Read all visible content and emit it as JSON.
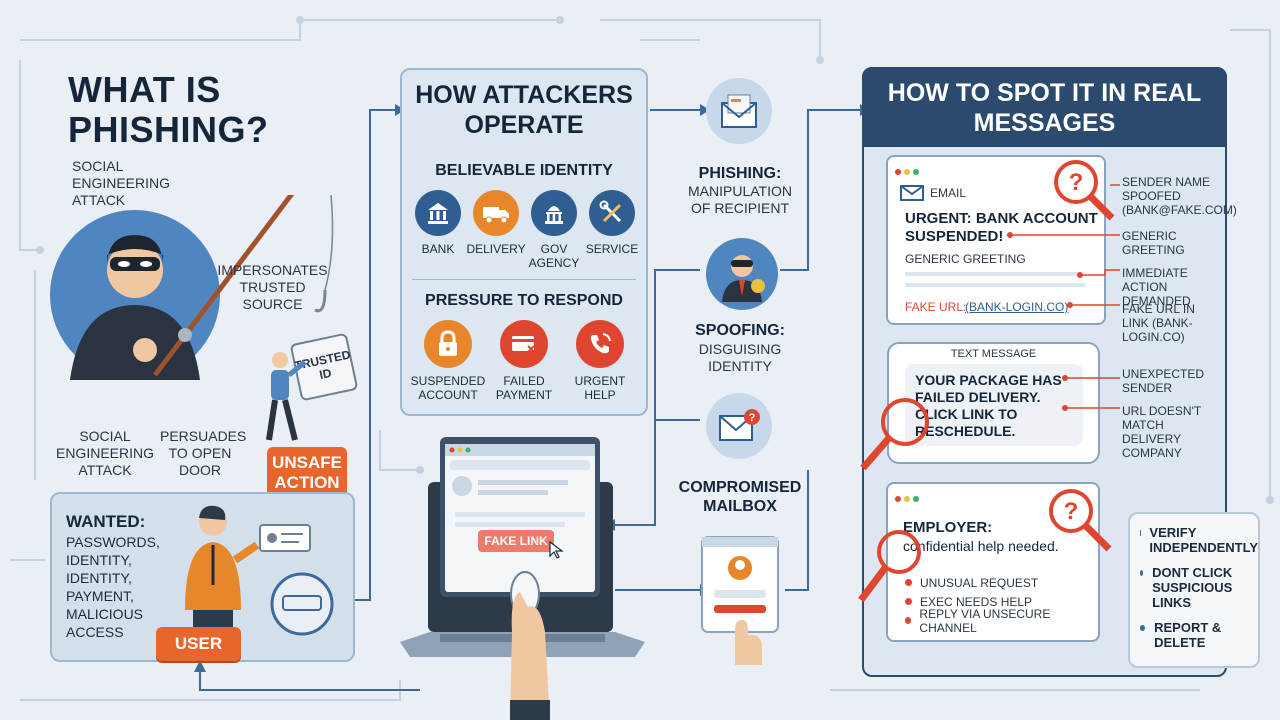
{
  "title": "WHAT IS PHISHING?",
  "left": {
    "social_top": "SOCIAL ENGINEERING ATTACK",
    "impersonates": "IMPERSONATES TRUSTED SOURCE",
    "trusted_id": "TRUSTED ID",
    "social_bottom": "SOCIAL ENGINEERING ATTACK",
    "persuades": "PERSUADES TO OPEN DOOR",
    "unsafe_action": "UNSAFE ACTION",
    "wanted_title": "WANTED:",
    "wanted_items": "PASSWORDS, IDENTITY, IDENTITY, PAYMENT, MALICIOUS ACCESS",
    "user_badge": "USER"
  },
  "attackers": {
    "title": "HOW ATTACKERS OPERATE",
    "identity_title": "BELIEVABLE IDENTITY",
    "identity_icons": [
      "BANK",
      "DELIVERY",
      "GOV AGENCY",
      "SERVICE"
    ],
    "pressure_title": "PRESSURE TO RESPOND",
    "pressure_icons": [
      "SUSPENDED ACCOUNT",
      "FAILED PAYMENT",
      "URGENT HELP"
    ]
  },
  "laptop": {
    "fake_link": "FAKE LINK"
  },
  "middle": {
    "phishing": "PHISHING:",
    "phishing_desc": "MANIPULATION OF RECIPIENT",
    "spoofing": "SPOOFING:",
    "spoofing_desc": "DISGUISING IDENTITY",
    "compromised": "COMPROMISED MAILBOX"
  },
  "spot": {
    "title": "HOW TO SPOT IT IN REAL MESSAGES",
    "email_label": "EMAIL",
    "email_subject": "URGENT: BANK ACCOUNT SUSPENDED!",
    "email_greeting": "GENERIC GREETING",
    "email_fake_url_label": "FAKE URL:",
    "email_fake_url": "(BANK-LOGIN.CO)",
    "email_annotations": [
      "SENDER NAME SPOOFED (BANK@FAKE.COM)",
      "GENERIC GREETING",
      "IMMEDIATE ACTION DEMANDED",
      "FAKE URL IN LINK (BANK-LOGIN.CO)"
    ],
    "sms_label": "TEXT MESSAGE",
    "sms_text": "YOUR PACKAGE HAS FAILED DELIVERY. CLICK LINK TO RESCHEDULE.",
    "sms_annotations": [
      "UNEXPECTED SENDER",
      "URL DOESN'T MATCH DELIVERY COMPANY"
    ],
    "employer_title": "EMPLOYER:",
    "employer_text": "confidential help needed.",
    "employer_items": [
      "UNUSUAL REQUEST",
      "EXEC NEEDS HELP",
      "REPLY VIA UNSECURE CHANNEL"
    ],
    "tips": [
      "VERIFY INDEPENDENTLY",
      "DONT CLICK SUSPICIOUS LINKS",
      "REPORT & DELETE"
    ]
  },
  "colors": {
    "accent_orange": "#e8662b",
    "accent_red": "#e0462f",
    "panel_blue": "#dce7f1",
    "header_navy": "#2c4a6e"
  }
}
